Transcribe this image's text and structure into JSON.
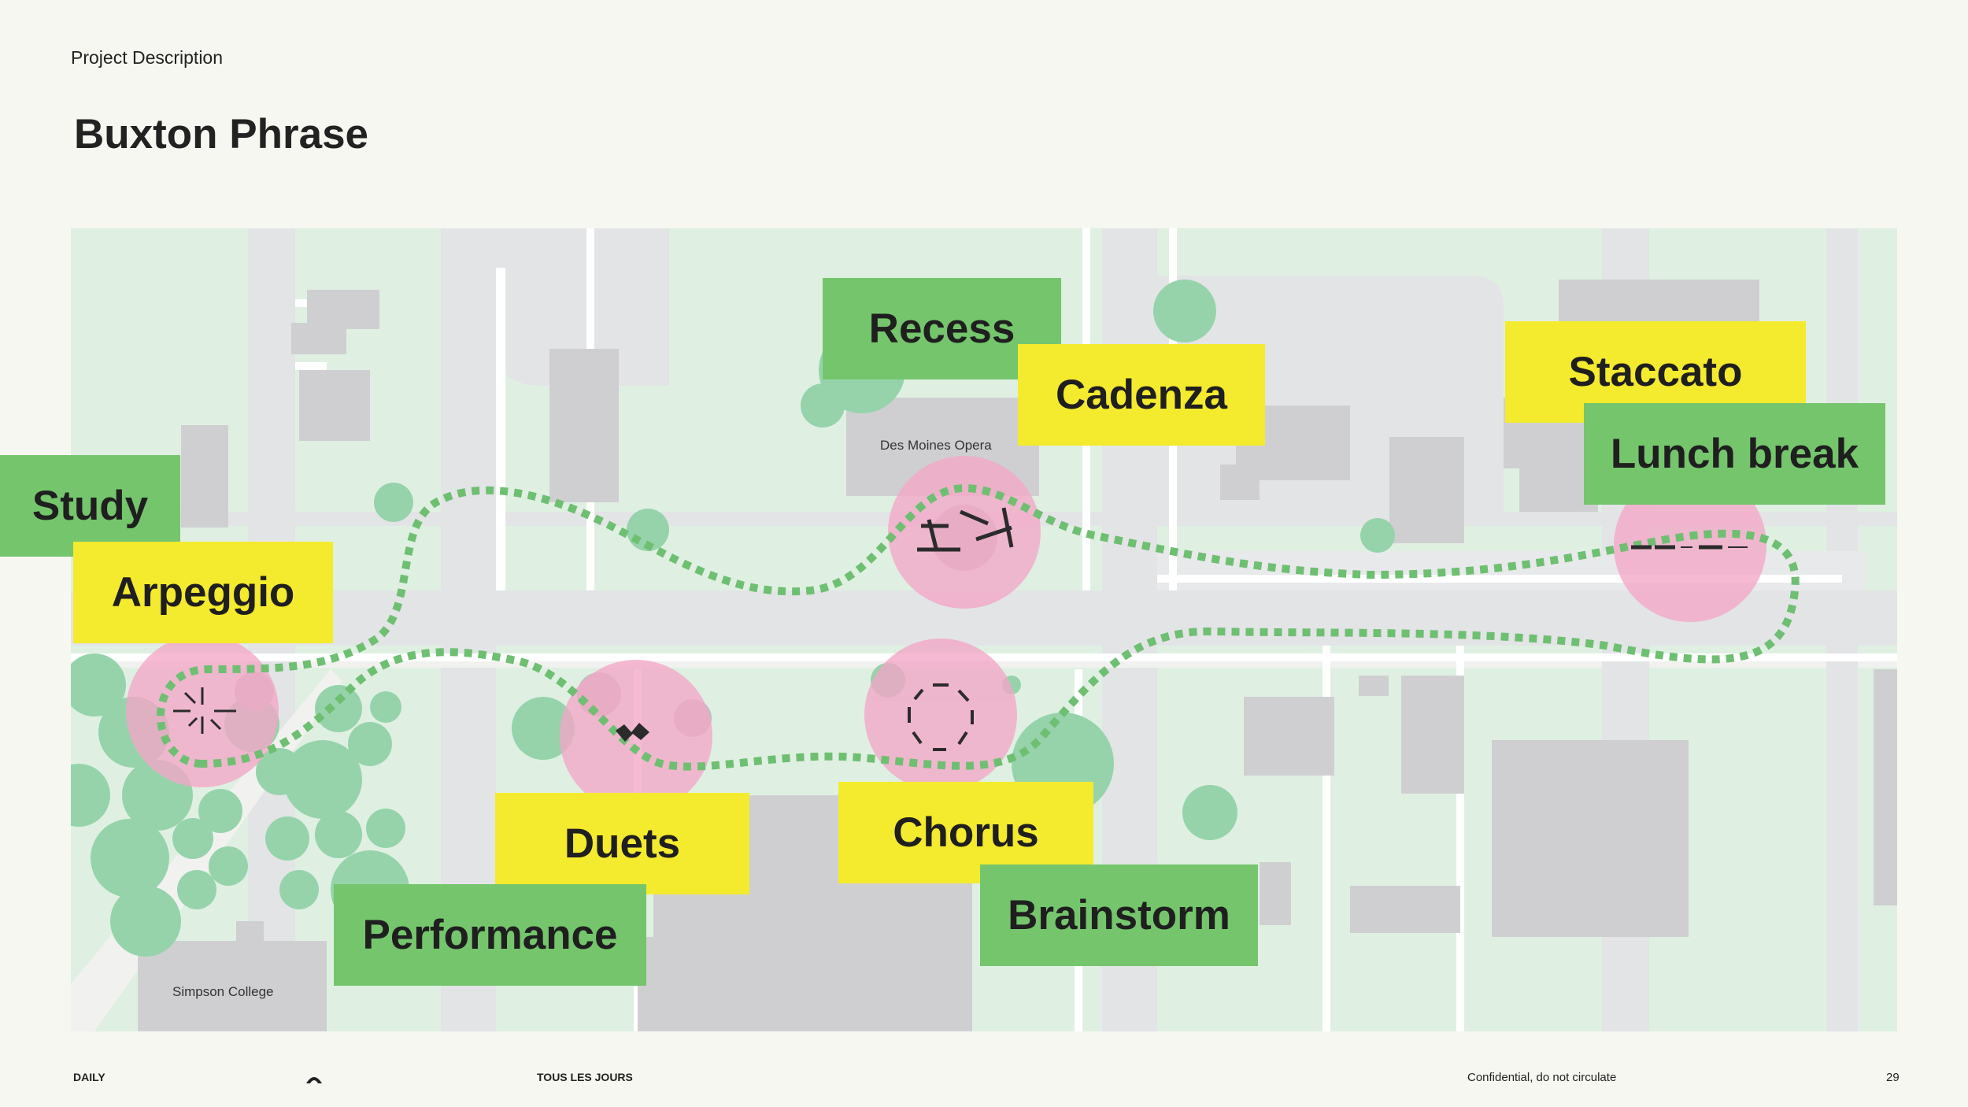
{
  "header": {
    "kicker": "Project Description",
    "title": "Buxton Phrase"
  },
  "map": {
    "place_labels": {
      "opera": "Des Moines Opera",
      "college": "Simpson College"
    },
    "stations": {
      "recess": "Recess",
      "cadenza": "Cadenza",
      "staccato": "Staccato",
      "lunch": "Lunch break",
      "study": "Study",
      "arpeggio": "Arpeggio",
      "duets": "Duets",
      "chorus": "Chorus",
      "performance": "Performance",
      "brainstorm": "Brainstorm"
    },
    "colors": {
      "green_label": "#75c56d",
      "yellow_label": "#f4ea2e",
      "path": "#6fbf72",
      "zone": "#f3a6c7",
      "building": "#cfcfd1",
      "park": "#dff0e2",
      "tree": "#96d3ab",
      "road": "#e3e4e6"
    }
  },
  "footer": {
    "brand_left": "DAILY",
    "brand_mid": "TOUS LES JOURS",
    "confidential": "Confidential, do not circulate",
    "page_number": "29"
  }
}
